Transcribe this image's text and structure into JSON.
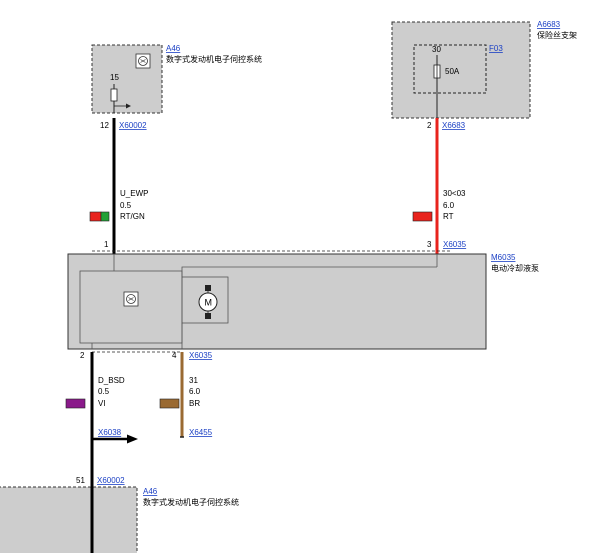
{
  "components": {
    "a46_top": {
      "link": "A46",
      "desc": "数字式发动机电子伺控系统",
      "pin_number": "15"
    },
    "a6683": {
      "link": "A6683",
      "desc": "保险丝支架",
      "fuse_link": "F03",
      "fuse_pin": "30",
      "fuse_rating": "50A"
    },
    "m6035": {
      "link": "M6035",
      "desc": "电动冷却液泵"
    },
    "a46_bottom": {
      "link": "A46",
      "desc": "数字式发动机电子伺控系统"
    }
  },
  "connectors": {
    "x60002_top": {
      "pin": "12",
      "link": "X60002"
    },
    "x6683": {
      "pin": "2",
      "link": "X6683"
    },
    "x6035_in1": {
      "pin": "1"
    },
    "x6035_in3": {
      "pin": "3",
      "link": "X6035"
    },
    "x6035_out2": {
      "pin": "2"
    },
    "x6035_out4": {
      "pin": "4",
      "link": "X6035"
    },
    "x6038": {
      "link": "X6038"
    },
    "x6455": {
      "link": "X6455"
    },
    "x60002_bottom": {
      "pin": "51",
      "link": "X60002"
    }
  },
  "wires": {
    "u_ewp": {
      "signal": "U_EWP",
      "size": "0.5",
      "color_code": "RT/GN",
      "swatch": [
        "#e8231d",
        "#22a136"
      ],
      "line_color": "#000000"
    },
    "w30": {
      "signal": "30<03",
      "size": "6.0",
      "color_code": "RT",
      "swatch": [
        "#e8231d"
      ],
      "line_color": "#e8231d"
    },
    "d_bsd": {
      "signal": "D_BSD",
      "size": "0.5",
      "color_code": "VI",
      "swatch": [
        "#8a1a8a"
      ],
      "line_color": "#000000"
    },
    "w31": {
      "signal": "31",
      "size": "6.0",
      "color_code": "BR",
      "swatch": [
        "#9a6a32"
      ],
      "line_color": "#9a6a32"
    }
  }
}
